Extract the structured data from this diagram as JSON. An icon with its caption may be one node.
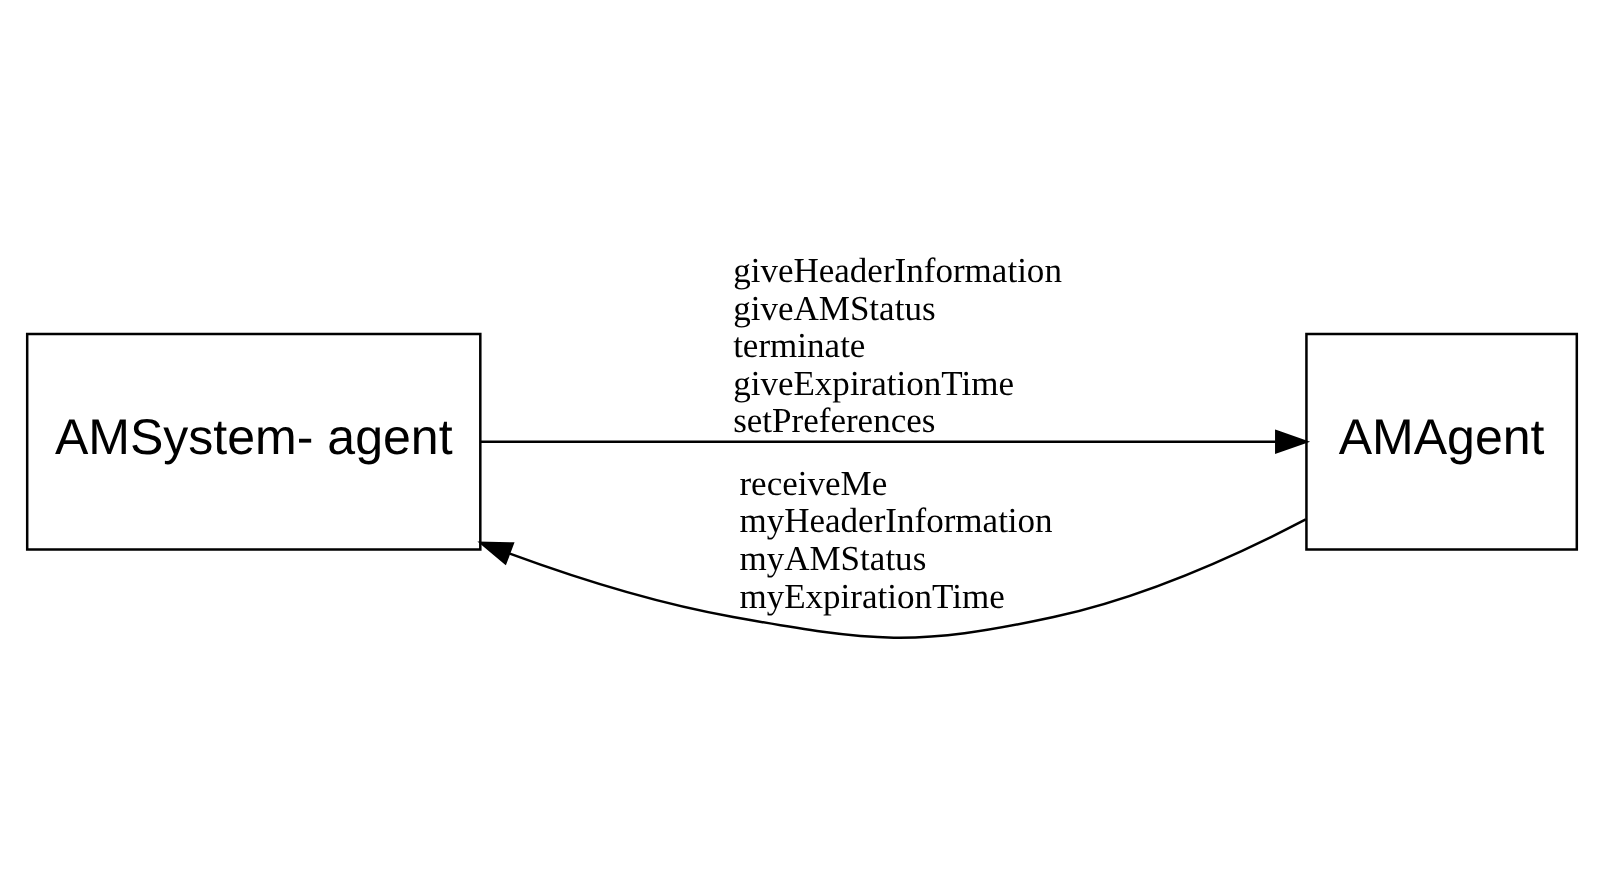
{
  "diagram": {
    "nodes": [
      {
        "text": [
          "AMSystem- agent"
        ]
      },
      {
        "text": [
          "AMAgent"
        ]
      }
    ],
    "edges": [
      {
        "from": 0,
        "to": 1,
        "arrow": "to",
        "label": "giveHeaderInformation giveAMStatus terminate giveExpirationTime setPreferences"
      },
      {
        "from": 1,
        "to": 0,
        "arrow": "to",
        "label": "receiveMe myHeaderInformation myAMStatus myExpirationTime"
      }
    ]
  }
}
